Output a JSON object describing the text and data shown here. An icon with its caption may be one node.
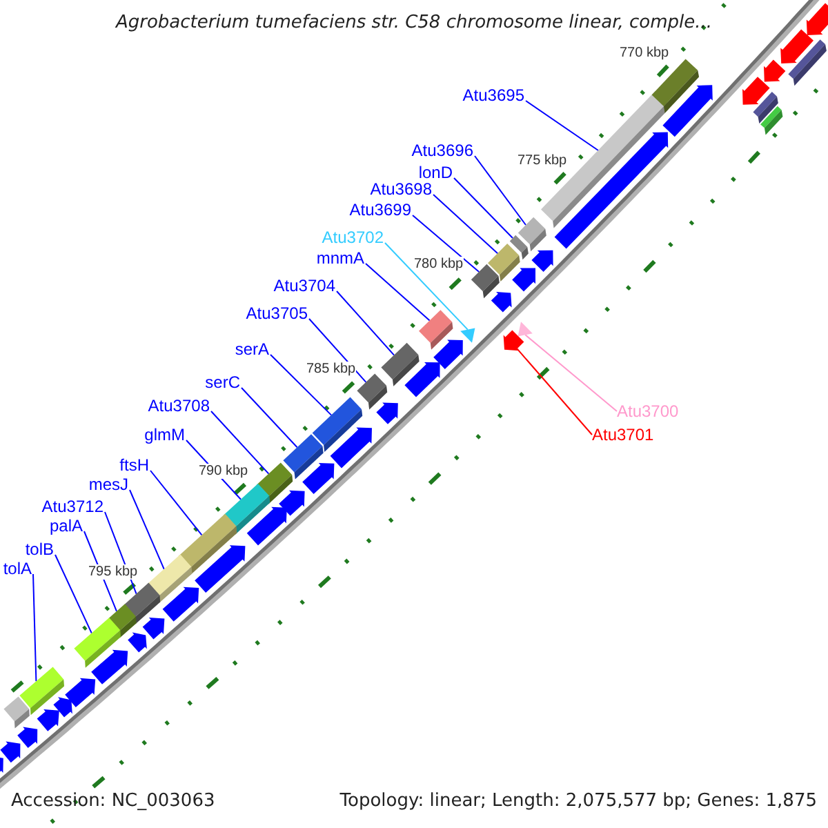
{
  "diagram": {
    "title": "Agrobacterium tumefaciens str. C58 chromosome linear, comple...",
    "nodes": [
      {
        "text": [
          "Atu3695"
        ]
      },
      {
        "text": [
          "Atu3696"
        ]
      },
      {
        "text": [
          "lonD"
        ]
      },
      {
        "text": [
          "Atu3698"
        ]
      },
      {
        "text": [
          "Atu3699"
        ]
      },
      {
        "text": [
          "Atu3702"
        ]
      },
      {
        "text": [
          "mnmA"
        ]
      },
      {
        "text": [
          "Atu3704"
        ]
      },
      {
        "text": [
          "Atu3705"
        ]
      },
      {
        "text": [
          "serA"
        ]
      },
      {
        "text": [
          "serC"
        ]
      },
      {
        "text": [
          "Atu3708"
        ]
      },
      {
        "text": [
          "glmM"
        ]
      },
      {
        "text": [
          "ftsH"
        ]
      },
      {
        "text": [
          "mesJ"
        ]
      },
      {
        "text": [
          "Atu3712"
        ]
      },
      {
        "text": [
          "palA"
        ]
      },
      {
        "text": [
          "tolB"
        ]
      },
      {
        "text": [
          "tolA"
        ]
      },
      {
        "text": [
          "Atu3700"
        ]
      },
      {
        "text": [
          "Atu3701"
        ]
      },
      {
        "text": [],
        "shape": "box"
      },
      {
        "text": [],
        "shape": "box"
      },
      {
        "text": [],
        "shape": "box"
      },
      {
        "text": [],
        "shape": "box"
      },
      {
        "text": [],
        "shape": "box"
      },
      {
        "text": [],
        "shape": "box"
      },
      {
        "text": [],
        "shape": "triangle"
      },
      {
        "text": [],
        "shape": "triangle"
      },
      {
        "text": [],
        "shape": "arrow"
      },
      {
        "text": [],
        "shape": "box"
      },
      {
        "text": [],
        "shape": "box"
      },
      {
        "text": [],
        "shape": "box"
      },
      {
        "text": [],
        "shape": "box"
      },
      {
        "text": [],
        "shape": "box"
      },
      {
        "text": [],
        "shape": "box"
      },
      {
        "text": [],
        "shape": "box"
      },
      {
        "text": [],
        "shape": "box"
      },
      {
        "text": [],
        "shape": "box"
      },
      {
        "text": [],
        "shape": "box"
      },
      {
        "text": [],
        "shape": "box"
      },
      {
        "text": [],
        "shape": "box"
      },
      {
        "text": [],
        "shape": "arrow"
      },
      {
        "text": [],
        "shape": "arrow"
      },
      {
        "text": [],
        "shape": "box"
      },
      {
        "text": [],
        "shape": "arrow"
      },
      {
        "text": [],
        "shape": "box"
      },
      {
        "text": [],
        "shape": "arrow"
      },
      {
        "text": [],
        "shape": "arrow"
      },
      {
        "text": [],
        "shape": "box"
      },
      {
        "text": [],
        "shape": "box"
      },
      {
        "text": [],
        "shape": "arrow"
      },
      {
        "text": [],
        "shape": "arrow"
      },
      {
        "text": [],
        "shape": "arrow"
      },
      {
        "text": [],
        "shape": "arrow"
      },
      {
        "text": [],
        "shape": "arrow"
      },
      {
        "text": [],
        "shape": "arrow"
      },
      {
        "text": [],
        "shape": "arrow"
      },
      {
        "text": [],
        "shape": "arrow"
      },
      {
        "text": [],
        "shape": "arrow"
      },
      {
        "text": [],
        "shape": "arrow"
      },
      {
        "text": [],
        "shape": "arrow"
      },
      {
        "text": [],
        "shape": "arrow"
      },
      {
        "text": [],
        "shape": "arrow"
      },
      {
        "text": [],
        "shape": "arrow"
      },
      {
        "text": [],
        "shape": "arrow"
      },
      {
        "text": [],
        "shape": "arrow"
      },
      {
        "text": [],
        "shape": "arrow"
      },
      {
        "text": [],
        "shape": "arrow"
      },
      {
        "text": [],
        "shape": "box"
      },
      {
        "text": [],
        "shape": "arrow"
      },
      {
        "text": [],
        "shape": "arrow"
      },
      {
        "text": [],
        "shape": "arrow"
      },
      {
        "text": [],
        "shape": "arrow"
      }
    ],
    "edges": [
      {
        "from": 0,
        "to": 21,
        "arrow": "none"
      },
      {
        "from": 1,
        "to": 22,
        "arrow": "none"
      },
      {
        "from": 2,
        "to": 23,
        "arrow": "none"
      },
      {
        "from": 3,
        "to": 24,
        "arrow": "none"
      },
      {
        "from": 4,
        "to": 25,
        "arrow": "none"
      },
      {
        "from": 5,
        "to": 27,
        "arrow": "none",
        "color": "#33ccff"
      },
      {
        "from": 6,
        "to": 26,
        "arrow": "none"
      },
      {
        "from": 7,
        "to": 30,
        "arrow": "none"
      },
      {
        "from": 8,
        "to": 31,
        "arrow": "none"
      },
      {
        "from": 9,
        "to": 32,
        "arrow": "none"
      },
      {
        "from": 10,
        "to": 33,
        "arrow": "none"
      },
      {
        "from": 11,
        "to": 34,
        "arrow": "none"
      },
      {
        "from": 12,
        "to": 35,
        "arrow": "none"
      },
      {
        "from": 13,
        "to": 36,
        "arrow": "none"
      },
      {
        "from": 14,
        "to": 37,
        "arrow": "none"
      },
      {
        "from": 15,
        "to": 38,
        "arrow": "none"
      },
      {
        "from": 16,
        "to": 39,
        "arrow": "none"
      },
      {
        "from": 17,
        "to": 40,
        "arrow": "none"
      },
      {
        "from": 18,
        "to": 41,
        "arrow": "none"
      },
      {
        "from": 19,
        "to": 28,
        "arrow": "none",
        "color": "#ff99cc"
      },
      {
        "from": 20,
        "to": 29,
        "arrow": "none",
        "color": "#ff0000"
      }
    ],
    "labels": [
      "770 kbp",
      "775 kbp",
      "780 kbp",
      "785 kbp",
      "790 kbp",
      "795 kbp",
      "Accession: NC_003063",
      "Topology: linear; Length: 2,075,577 bp; Genes: 1,875"
    ]
  }
}
